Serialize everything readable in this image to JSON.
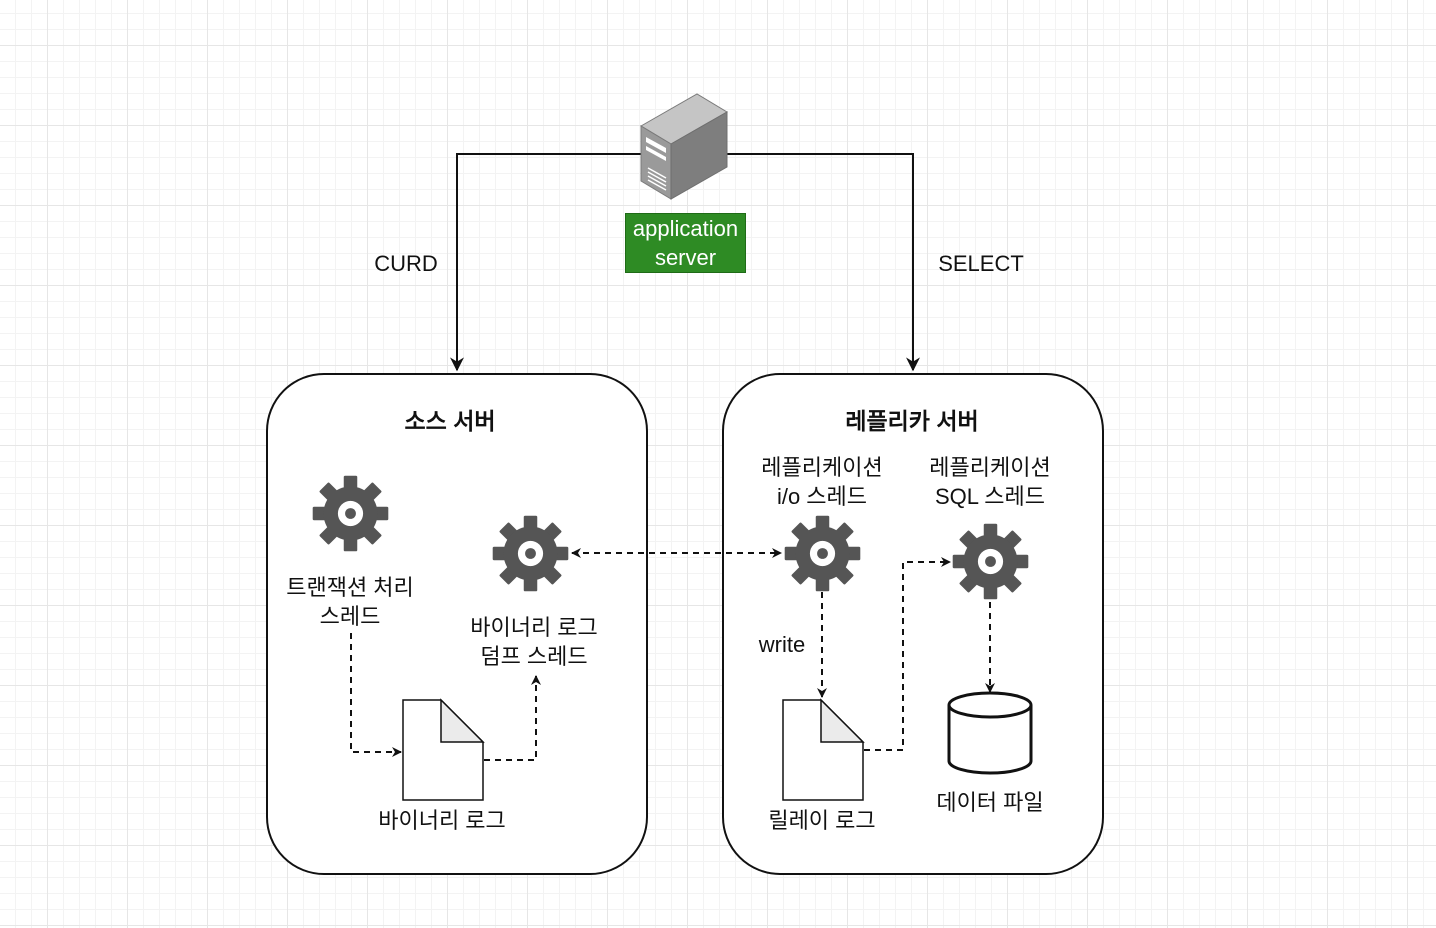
{
  "edges": {
    "curd_label": "CURD",
    "select_label": "SELECT",
    "write_label": "write"
  },
  "app_server": {
    "label": "application\nserver"
  },
  "source_server": {
    "title": "소스 서버",
    "transaction_thread": "트랜잭션 처리\n스레드",
    "binlog_dump_thread": "바이너리 로그\n덤프 스레드",
    "binlog_file": "바이너리 로그"
  },
  "replica_server": {
    "title": "레플리카 서버",
    "io_thread": "레플리케이션\ni/o 스레드",
    "sql_thread": "레플리케이션\nSQL 스레드",
    "relay_log": "릴레이 로그",
    "data_file": "데이터 파일"
  },
  "icons": {
    "gear": "gear-icon",
    "document": "document-icon",
    "database": "database-icon",
    "server": "server-icon"
  },
  "colors": {
    "app_label_bg": "#2e8b24",
    "gear": "#555555",
    "server_body": "#999999"
  }
}
